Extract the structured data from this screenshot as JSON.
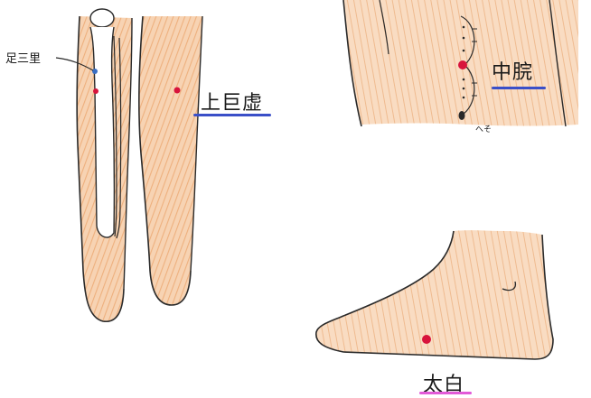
{
  "labels": {
    "zusanri": "足三里",
    "jokyoko": "上巨虚",
    "chukan": "中脘",
    "heso": "へそ",
    "taihaku": "太白"
  },
  "colors": {
    "skin": "#f0b888",
    "outline": "#2a2a2a",
    "point_red": "#d8143c",
    "point_blue": "#3b6fc4",
    "underline_blue": "#3a4fc8",
    "underline_pink": "#e25ad8"
  }
}
